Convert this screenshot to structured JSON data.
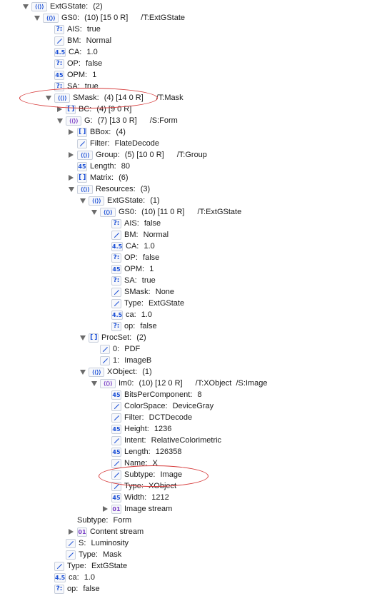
{
  "rows": [
    {
      "d": 0,
      "tw": "open",
      "icon": "dict",
      "key": "ExtGState:",
      "val": "(2)",
      "ref": "",
      "type": ""
    },
    {
      "d": 1,
      "tw": "open",
      "icon": "dict",
      "key": "GS0:",
      "val": "(10) [15 0 R]",
      "ref": "",
      "type": "/T:ExtGState"
    },
    {
      "d": 2,
      "tw": "",
      "icon": "bool",
      "key": "AIS:",
      "val": "true",
      "ref": "",
      "type": ""
    },
    {
      "d": 2,
      "tw": "",
      "icon": "name",
      "key": "BM:",
      "val": "Normal",
      "ref": "",
      "type": ""
    },
    {
      "d": 2,
      "tw": "",
      "icon": "real",
      "key": "CA:",
      "val": "1.0",
      "ref": "",
      "type": ""
    },
    {
      "d": 2,
      "tw": "",
      "icon": "bool",
      "key": "OP:",
      "val": "false",
      "ref": "",
      "type": ""
    },
    {
      "d": 2,
      "tw": "",
      "icon": "int",
      "key": "OPM:",
      "val": "1",
      "ref": "",
      "type": ""
    },
    {
      "d": 2,
      "tw": "",
      "icon": "bool",
      "key": "SA:",
      "val": "true",
      "ref": "",
      "type": ""
    },
    {
      "d": 2,
      "tw": "open",
      "icon": "dict",
      "key": "SMask:",
      "val": "(4) [14 0 R]",
      "ref": "",
      "type": "/T:Mask"
    },
    {
      "d": 3,
      "tw": "closed",
      "icon": "arr",
      "key": "BC:",
      "val": "(4) [9 0 R]",
      "ref": "",
      "type": ""
    },
    {
      "d": 3,
      "tw": "open",
      "icon": "dictp",
      "key": "G:",
      "val": "(7) [13 0 R]",
      "ref": "",
      "type": "/S:Form"
    },
    {
      "d": 4,
      "tw": "closed",
      "icon": "arr",
      "key": "BBox:",
      "val": "(4)",
      "ref": "",
      "type": ""
    },
    {
      "d": 4,
      "tw": "",
      "icon": "name",
      "key": "Filter:",
      "val": "FlateDecode",
      "ref": "",
      "type": ""
    },
    {
      "d": 4,
      "tw": "closed",
      "icon": "dict",
      "key": "Group:",
      "val": "(5) [10 0 R]",
      "ref": "",
      "type": "/T:Group"
    },
    {
      "d": 4,
      "tw": "",
      "icon": "int",
      "key": "Length:",
      "val": "80",
      "ref": "",
      "type": ""
    },
    {
      "d": 4,
      "tw": "closed",
      "icon": "arr",
      "key": "Matrix:",
      "val": "(6)",
      "ref": "",
      "type": ""
    },
    {
      "d": 4,
      "tw": "open",
      "icon": "dict",
      "key": "Resources:",
      "val": "(3)",
      "ref": "",
      "type": ""
    },
    {
      "d": 5,
      "tw": "open",
      "icon": "dict",
      "key": "ExtGState:",
      "val": "(1)",
      "ref": "",
      "type": ""
    },
    {
      "d": 6,
      "tw": "open",
      "icon": "dict",
      "key": "GS0:",
      "val": "(10) [11 0 R]",
      "ref": "",
      "type": "/T:ExtGState"
    },
    {
      "d": 7,
      "tw": "",
      "icon": "bool",
      "key": "AIS:",
      "val": "false",
      "ref": "",
      "type": ""
    },
    {
      "d": 7,
      "tw": "",
      "icon": "name",
      "key": "BM:",
      "val": "Normal",
      "ref": "",
      "type": ""
    },
    {
      "d": 7,
      "tw": "",
      "icon": "real",
      "key": "CA:",
      "val": "1.0",
      "ref": "",
      "type": ""
    },
    {
      "d": 7,
      "tw": "",
      "icon": "bool",
      "key": "OP:",
      "val": "false",
      "ref": "",
      "type": ""
    },
    {
      "d": 7,
      "tw": "",
      "icon": "int",
      "key": "OPM:",
      "val": "1",
      "ref": "",
      "type": ""
    },
    {
      "d": 7,
      "tw": "",
      "icon": "bool",
      "key": "SA:",
      "val": "true",
      "ref": "",
      "type": ""
    },
    {
      "d": 7,
      "tw": "",
      "icon": "name",
      "key": "SMask:",
      "val": "None",
      "ref": "",
      "type": ""
    },
    {
      "d": 7,
      "tw": "",
      "icon": "name",
      "key": "Type:",
      "val": "ExtGState",
      "ref": "",
      "type": ""
    },
    {
      "d": 7,
      "tw": "",
      "icon": "real",
      "key": "ca:",
      "val": "1.0",
      "ref": "",
      "type": ""
    },
    {
      "d": 7,
      "tw": "",
      "icon": "bool",
      "key": "op:",
      "val": "false",
      "ref": "",
      "type": ""
    },
    {
      "d": 5,
      "tw": "open",
      "icon": "arr",
      "key": "ProcSet:",
      "val": "(2)",
      "ref": "",
      "type": ""
    },
    {
      "d": 6,
      "tw": "",
      "icon": "name",
      "key": "0:",
      "val": "PDF",
      "ref": "",
      "type": ""
    },
    {
      "d": 6,
      "tw": "",
      "icon": "name",
      "key": "1:",
      "val": "ImageB",
      "ref": "",
      "type": ""
    },
    {
      "d": 5,
      "tw": "open",
      "icon": "dict",
      "key": "XObject:",
      "val": "(1)",
      "ref": "",
      "type": ""
    },
    {
      "d": 6,
      "tw": "open",
      "icon": "dictp",
      "key": "Im0:",
      "val": "(10) [12 0 R]",
      "ref": "",
      "type": "/T:XObject  /S:Image"
    },
    {
      "d": 7,
      "tw": "",
      "icon": "int",
      "key": "BitsPerComponent:",
      "val": "8",
      "ref": "",
      "type": ""
    },
    {
      "d": 7,
      "tw": "",
      "icon": "name",
      "key": "ColorSpace:",
      "val": "DeviceGray",
      "ref": "",
      "type": ""
    },
    {
      "d": 7,
      "tw": "",
      "icon": "name",
      "key": "Filter:",
      "val": "DCTDecode",
      "ref": "",
      "type": ""
    },
    {
      "d": 7,
      "tw": "",
      "icon": "int",
      "key": "Height:",
      "val": "1236",
      "ref": "",
      "type": ""
    },
    {
      "d": 7,
      "tw": "",
      "icon": "name",
      "key": "Intent:",
      "val": "RelativeColorimetric",
      "ref": "",
      "type": ""
    },
    {
      "d": 7,
      "tw": "",
      "icon": "int",
      "key": "Length:",
      "val": "126358",
      "ref": "",
      "type": ""
    },
    {
      "d": 7,
      "tw": "",
      "icon": "name",
      "key": "Name:",
      "val": "X",
      "ref": "",
      "type": ""
    },
    {
      "d": 7,
      "tw": "",
      "icon": "name",
      "key": "Subtype:",
      "val": "Image",
      "ref": "",
      "type": ""
    },
    {
      "d": 7,
      "tw": "",
      "icon": "name",
      "key": "Type:",
      "val": "XObject",
      "ref": "",
      "type": ""
    },
    {
      "d": 7,
      "tw": "",
      "icon": "int",
      "key": "Width:",
      "val": "1212",
      "ref": "",
      "type": ""
    },
    {
      "d": 7,
      "tw": "closed",
      "icon": "strm",
      "key": "Image stream",
      "val": "",
      "ref": "",
      "type": ""
    },
    {
      "d": 4,
      "tw": "",
      "icon": "none",
      "key": "Subtype:",
      "val": "Form",
      "ref": "",
      "type": ""
    },
    {
      "d": 4,
      "tw": "closed",
      "icon": "strm",
      "key": "Content stream",
      "val": "",
      "ref": "",
      "type": ""
    },
    {
      "d": 3,
      "tw": "",
      "icon": "name",
      "key": "S:",
      "val": "Luminosity",
      "ref": "",
      "type": ""
    },
    {
      "d": 3,
      "tw": "",
      "icon": "name",
      "key": "Type:",
      "val": "Mask",
      "ref": "",
      "type": ""
    },
    {
      "d": 2,
      "tw": "",
      "icon": "name",
      "key": "Type:",
      "val": "ExtGState",
      "ref": "",
      "type": ""
    },
    {
      "d": 2,
      "tw": "",
      "icon": "real",
      "key": "ca:",
      "val": "1.0",
      "ref": "",
      "type": ""
    },
    {
      "d": 2,
      "tw": "",
      "icon": "bool",
      "key": "op:",
      "val": "false",
      "ref": "",
      "type": ""
    }
  ],
  "icon_glyphs": {
    "dict": "⟨⟨⟩⟩",
    "dictp": "⟨⟨⟩⟩",
    "bool": "?:",
    "real": "4.5",
    "int": "45",
    "arr": "[ ]",
    "strm": "01"
  },
  "annotation_color": "#d63a3a"
}
